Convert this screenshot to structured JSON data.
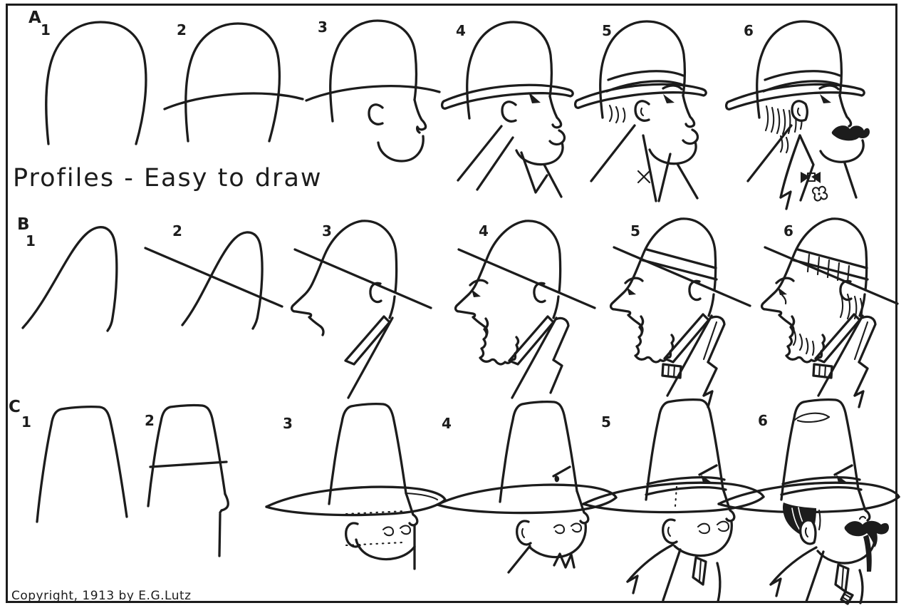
{
  "artwork": {
    "title": "Profiles - Easy to draw",
    "copyright": "Copyright, 1913 by E.G.Lutz",
    "ink_color": "#1c1c1c",
    "paper_color": "#ffffff"
  },
  "rows": [
    {
      "label": "A",
      "subject": "round-faced man in a derby hat, right-facing profile",
      "steps": [
        {
          "number": "1",
          "description": "head dome outline"
        },
        {
          "number": "2",
          "description": "dome with hat brim line"
        },
        {
          "number": "3",
          "description": "profile face, ear and chin added"
        },
        {
          "number": "4",
          "description": "double brim, eye and shoulders"
        },
        {
          "number": "5",
          "description": "hat band, hair, eyebrow and collar with x"
        },
        {
          "number": "6",
          "description": "finished: shaded hair, mustache, bow tie, boutonniere"
        }
      ]
    },
    {
      "label": "B",
      "subject": "bearded old man in a slanted soft hat, left-facing profile",
      "steps": [
        {
          "number": "1",
          "description": "leaning wave outline"
        },
        {
          "number": "2",
          "description": "wave with diagonal brim line"
        },
        {
          "number": "3",
          "description": "nose, ear and neck lines added"
        },
        {
          "number": "4",
          "description": "eyebrow, eye, jagged beard and collar"
        },
        {
          "number": "5",
          "description": "hat band, bow tie and lapel"
        },
        {
          "number": "6",
          "description": "finished: hatched band, hair and beard strokes"
        }
      ]
    },
    {
      "label": "C",
      "subject": "man with handlebar mustache in a wide-brim hat, right-facing profile",
      "steps": [
        {
          "number": "1",
          "description": "flat-top crown outline"
        },
        {
          "number": "2",
          "description": "crown with band line and face edge"
        },
        {
          "number": "3",
          "description": "wide brim, ear, nose, dotted guides"
        },
        {
          "number": "4",
          "description": "eyebrow, eye, mustache curls and collar"
        },
        {
          "number": "5",
          "description": "hat band, lapels and shirt collar"
        },
        {
          "number": "6",
          "description": "finished: dark hair, handlebar mustache, crown crease, tie"
        }
      ]
    }
  ]
}
